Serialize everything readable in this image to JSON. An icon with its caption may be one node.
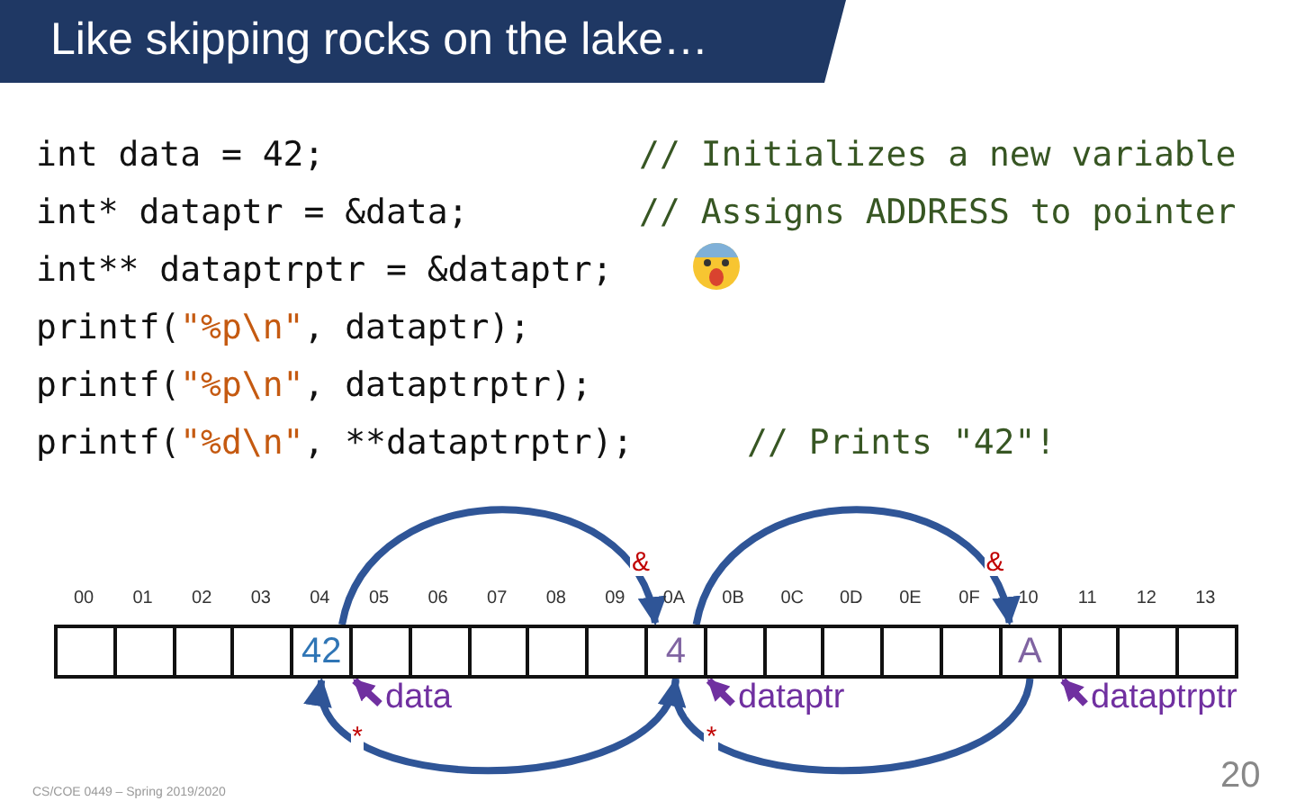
{
  "diagram": {
    "title": "Like skipping rocks on the lake…",
    "nodes": [
      {
        "text": [],
        "shape": "box",
        "beside": [
          "00"
        ]
      },
      {
        "text": [],
        "shape": "box",
        "beside": [
          "01"
        ]
      },
      {
        "text": [],
        "shape": "box",
        "beside": [
          "02"
        ]
      },
      {
        "text": [],
        "shape": "box",
        "beside": [
          "03"
        ]
      },
      {
        "text": [
          "42"
        ],
        "beside": [
          "04"
        ]
      },
      {
        "text": [],
        "shape": "box",
        "beside": [
          "05"
        ]
      },
      {
        "text": [],
        "shape": "box",
        "beside": [
          "06"
        ]
      },
      {
        "text": [],
        "shape": "box",
        "beside": [
          "07"
        ]
      },
      {
        "text": [],
        "shape": "box",
        "beside": [
          "08"
        ]
      },
      {
        "text": [],
        "shape": "box",
        "beside": [
          "09"
        ]
      },
      {
        "text": [
          "4"
        ],
        "beside": [
          "0A"
        ]
      },
      {
        "text": [],
        "shape": "box",
        "beside": [
          "0B"
        ]
      },
      {
        "text": [],
        "shape": "box",
        "beside": [
          "0C"
        ]
      },
      {
        "text": [],
        "shape": "box",
        "beside": [
          "0D"
        ]
      },
      {
        "text": [],
        "shape": "box",
        "beside": [
          "0E"
        ]
      },
      {
        "text": [],
        "shape": "box",
        "beside": [
          "0F"
        ]
      },
      {
        "text": [
          "A"
        ],
        "beside": [
          "10"
        ]
      },
      {
        "text": [],
        "shape": "box",
        "beside": [
          "11"
        ]
      },
      {
        "text": [],
        "shape": "box",
        "beside": [
          "12"
        ]
      },
      {
        "text": [],
        "shape": "box",
        "beside": [
          "13"
        ]
      },
      {
        "text": [
          "data"
        ]
      },
      {
        "text": [
          "dataptr"
        ]
      },
      {
        "text": [
          "dataptrptr"
        ]
      }
    ],
    "edges": [
      {
        "from": 4,
        "to": 10,
        "arrow": "to",
        "label": "&"
      },
      {
        "from": 10,
        "to": 16,
        "arrow": "to",
        "label": "&"
      },
      {
        "from": 10,
        "to": 4,
        "arrow": "to",
        "label": "*"
      },
      {
        "from": 16,
        "to": 10,
        "arrow": "to",
        "label": "*"
      },
      {
        "from": 20,
        "to": 4,
        "arrow": "to",
        "color": "#7030a0"
      },
      {
        "from": 21,
        "to": 10,
        "arrow": "to",
        "color": "#7030a0"
      },
      {
        "from": 22,
        "to": 16,
        "arrow": "to",
        "color": "#7030a0"
      }
    ],
    "labels": [
      "int data = 42;",
      "// Initializes a new variable",
      "int* dataptr = &data;",
      "// Assigns ADDRESS to pointer",
      "int** dataptrptr = &dataptr;",
      "printf(\"%p\\n\", dataptr);",
      "printf(\"%p\\n\", dataptrptr);",
      "printf(\"%d\\n\", **dataptrptr);",
      "// Prints \"42\"!",
      "CS/COE 0449 – Spring 2019/2020",
      "20"
    ]
  }
}
